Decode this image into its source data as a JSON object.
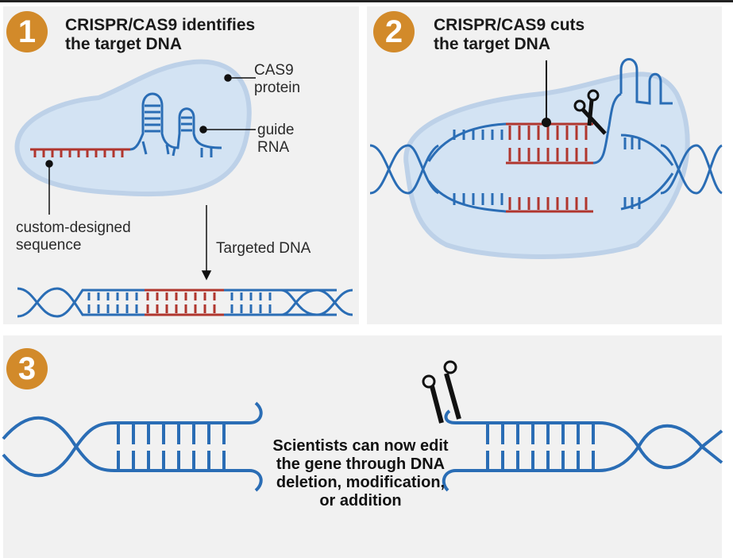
{
  "colors": {
    "badge": "#d28a2a",
    "panel_background": "#f1f1f1",
    "dna_blue": "#2a6db5",
    "dna_red": "#b0362e",
    "protein": "#d3e3f3",
    "protein_edge": "#b9cfe6",
    "text": "#1a1a1a"
  },
  "steps": [
    {
      "number": "1",
      "title_line1": "CRISPR/CAS9 identifies",
      "title_line2": "the target DNA",
      "labels": {
        "cas9": [
          "CAS9",
          "protein"
        ],
        "guide_rna": [
          "guide",
          "RNA"
        ],
        "custom_sequence": [
          "custom-designed",
          "sequence"
        ],
        "targeted_dna": "Targeted DNA"
      }
    },
    {
      "number": "2",
      "title_line1": "CRISPR/CAS9 cuts",
      "title_line2": "the target DNA"
    },
    {
      "number": "3",
      "caption": [
        "Scientists can now edit",
        "the gene through DNA",
        "deletion, modification,",
        "or addition"
      ]
    }
  ],
  "icons": {
    "scissors": "scissors-icon",
    "dna": "dna-double-helix-icon",
    "guide_rna": "rna-hairpin-icon",
    "protein": "cas9-protein-blob-icon"
  }
}
